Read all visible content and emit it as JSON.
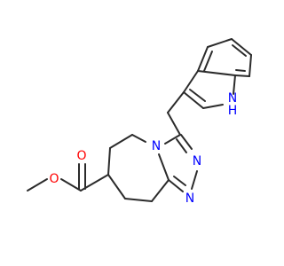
{
  "molecule": {
    "colors": {
      "bond": "#2b2b2b",
      "oxygen": "#ff0000",
      "nitrogen": "#0000ff"
    },
    "atoms": {
      "ester_o_single": "O",
      "ester_o_double": "O",
      "ring_n_bridge": "N",
      "triazole_n1": "N",
      "triazole_n2": "N",
      "indole_n": "N",
      "indole_h": "H"
    }
  }
}
